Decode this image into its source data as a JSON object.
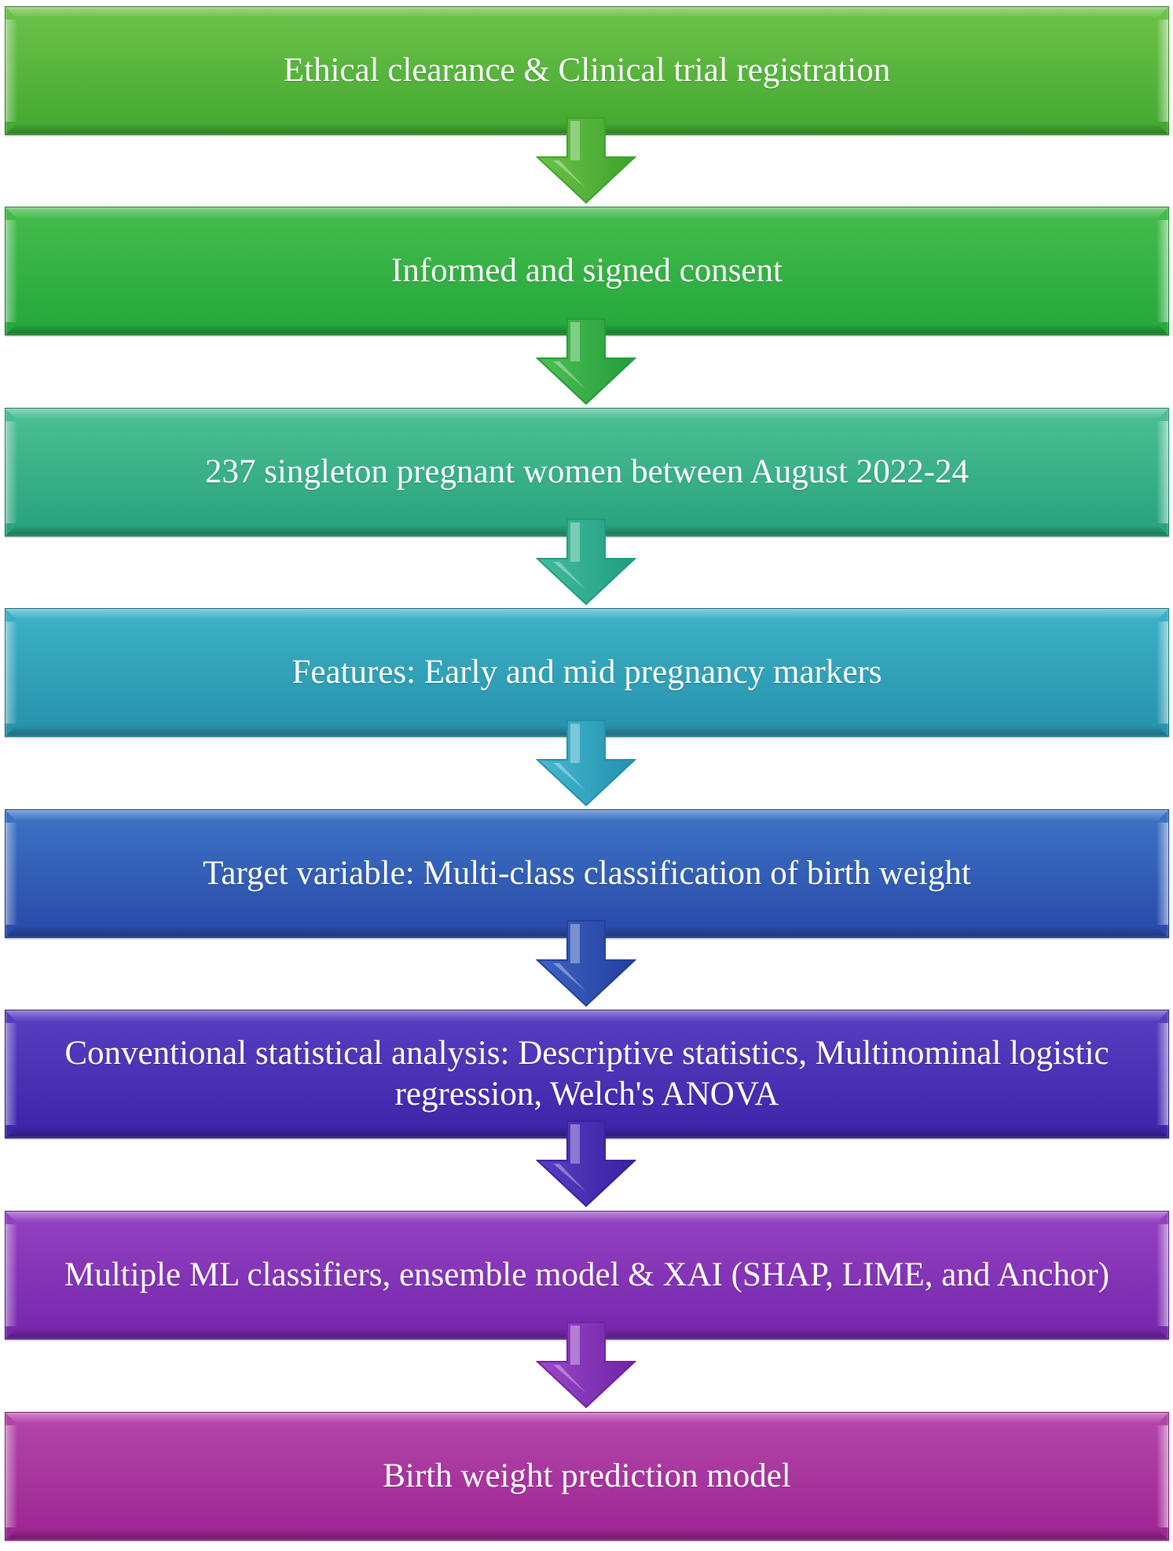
{
  "steps": [
    {
      "label": "Ethical clearance & Clinical trial registration",
      "color_light": "#6fc24a",
      "color_dark": "#41a82f"
    },
    {
      "label": "Informed and signed consent",
      "color_light": "#47bb4c",
      "color_dark": "#23a83c"
    },
    {
      "label": "237 singleton pregnant women between August 2022-24",
      "color_light": "#4dbf94",
      "color_dark": "#26a27c"
    },
    {
      "label": "Features: Early and mid pregnancy markers",
      "color_light": "#3cb2c6",
      "color_dark": "#2691ab"
    },
    {
      "label": "Target variable: Multi-class classification of birth weight",
      "color_light": "#3c74c5",
      "color_dark": "#2949a8"
    },
    {
      "label": "Conventional statistical analysis: Descriptive statistics, Multinominal logistic regression, Welch's ANOVA",
      "color_light": "#5940c2",
      "color_dark": "#3b24a8"
    },
    {
      "label": "Multiple ML classifiers, ensemble model & XAI (SHAP, LIME, and Anchor)",
      "color_light": "#9442c2",
      "color_dark": "#7526ab"
    },
    {
      "label": "Birth weight prediction model",
      "color_light": "#b447aa",
      "color_dark": "#9c2491"
    }
  ],
  "arrows": [
    {
      "color_light": "#6cc24a",
      "color_dark": "#3ea32c"
    },
    {
      "color_light": "#4fc055",
      "color_dark": "#239c3a"
    },
    {
      "color_light": "#45bd9c",
      "color_dark": "#1f9c80"
    },
    {
      "color_light": "#45b8d0",
      "color_dark": "#2391ad"
    },
    {
      "color_light": "#3f64c4",
      "color_dark": "#223f9e"
    },
    {
      "color_light": "#5a3ec4",
      "color_dark": "#3a21a0"
    },
    {
      "color_light": "#9a48c8",
      "color_dark": "#6f24a6"
    }
  ]
}
